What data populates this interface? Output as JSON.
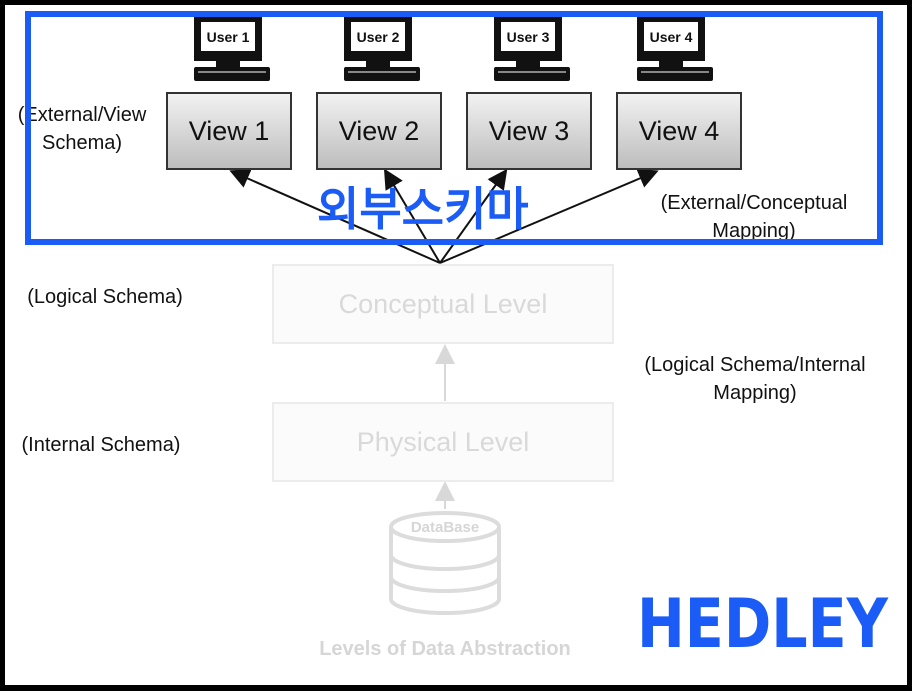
{
  "users": [
    {
      "label": "User 1"
    },
    {
      "label": "User 2"
    },
    {
      "label": "User 3"
    },
    {
      "label": "User 4"
    }
  ],
  "views": [
    {
      "label": "View 1"
    },
    {
      "label": "View 2"
    },
    {
      "label": "View 3"
    },
    {
      "label": "View 4"
    }
  ],
  "annotations": {
    "external_view_schema_line1": "(External/View",
    "external_view_schema_line2": "Schema)",
    "external_conceptual_mapping_line1": "(External/Conceptual",
    "external_conceptual_mapping_line2": "Mapping)",
    "logical_schema": "(Logical Schema)",
    "logical_internal_mapping_line1": "(Logical Schema/Internal",
    "logical_internal_mapping_line2": "Mapping)",
    "internal_schema": "(Internal Schema)"
  },
  "levels": {
    "conceptual": "Conceptual Level",
    "physical": "Physical Level"
  },
  "database_label": "DataBase",
  "caption": "Levels of Data Abstraction",
  "overlay": {
    "korean_title": "외부스키마",
    "brand": "HEDLEY"
  },
  "colors": {
    "highlight_blue": "#1a5cf5",
    "faded_gray": "#d6d6d6",
    "outer_border": "#000000"
  }
}
